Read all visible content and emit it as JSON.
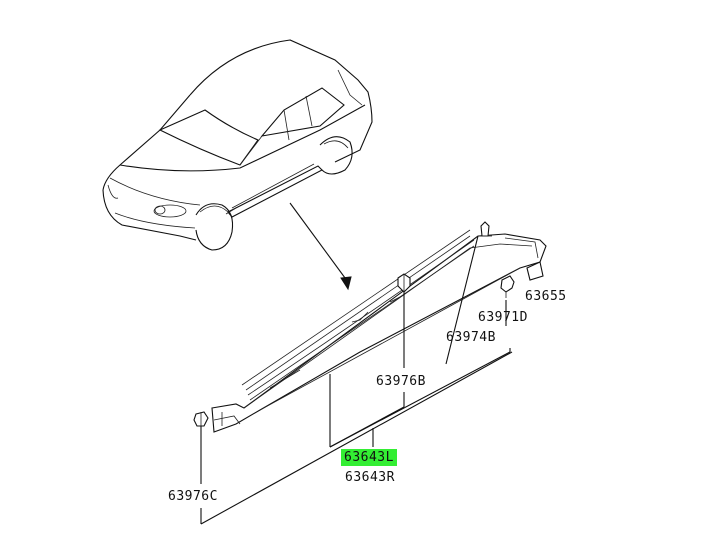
{
  "parts": {
    "p63655": "63655",
    "p63971D": "63971D",
    "p63974B": "63974B",
    "p63976B": "63976B",
    "p63643L": "63643L",
    "p63643R": "63643R",
    "p63976C": "63976C"
  },
  "highlight_color": "#33ee33"
}
